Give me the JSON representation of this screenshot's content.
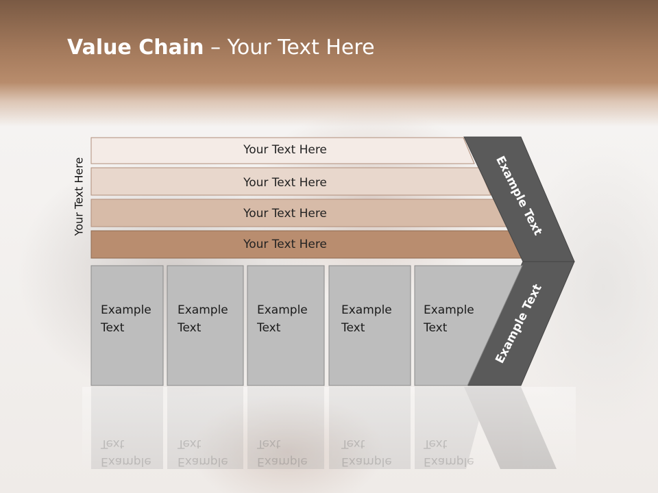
{
  "slide": {
    "title_bold": "Value Chain",
    "title_rest": " – Your Text Here",
    "vertical_label": "Your Text Here"
  },
  "bars": [
    {
      "label": "Your Text Here",
      "color": "#f4ebe6"
    },
    {
      "label": "Your Text Here",
      "color": "#e8d7cc"
    },
    {
      "label": "Your Text Here",
      "color": "#d7bba8"
    },
    {
      "label": "Your Text Here",
      "color": "#b98d6f"
    }
  ],
  "boxes": [
    {
      "line1": "Example",
      "line2": "Text"
    },
    {
      "line1": "Example",
      "line2": "Text"
    },
    {
      "line1": "Example",
      "line2": "Text"
    },
    {
      "line1": "Example",
      "line2": "Text"
    },
    {
      "line1": "Example",
      "line2": "Text"
    }
  ],
  "chevron": {
    "upper_label": "Example Text",
    "lower_label": "Example Text",
    "color": "#5a5a5a"
  },
  "colors": {
    "box_fill": "#bdbdbd",
    "box_stroke": "#8a8a8a"
  }
}
